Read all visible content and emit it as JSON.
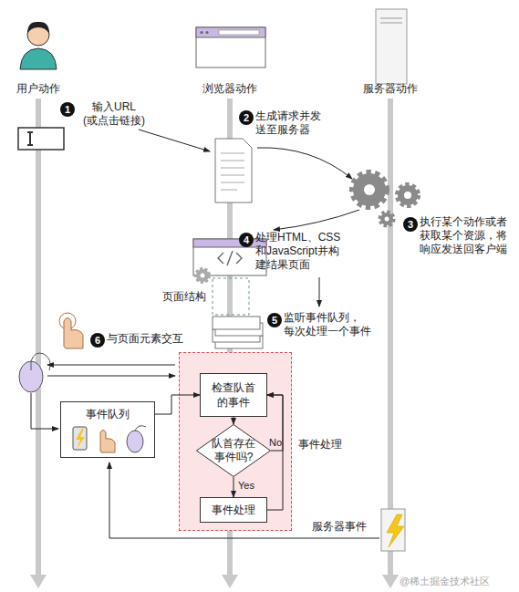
{
  "diagram": {
    "nodes": [
      {
        "text": [
          "事件处理"
        ]
      },
      {
        "text": [
          "检查队首的事件"
        ],
        "in": 0
      },
      {
        "text": [
          "队首存在事件吗?"
        ],
        "in": 0
      },
      {
        "text": [
          "事件处理"
        ],
        "in": 0
      },
      {
        "text": [
          "事件队列"
        ]
      }
    ],
    "edges": [
      {
        "from": 1,
        "to": 2,
        "arrow": "to"
      },
      {
        "from": 2,
        "to": 3,
        "label": "Yes",
        "arrow": "to"
      },
      {
        "from": 2,
        "to": 1,
        "label": "No",
        "arrow": "to"
      },
      {
        "from": 3,
        "to": 1,
        "arrow": "to"
      },
      {
        "from": 4,
        "to": 1,
        "arrow": "to"
      }
    ],
    "labels": [
      "用户动作",
      "浏览器动作",
      "服务器动作",
      "1",
      "输入URL (或点击链接)",
      "2",
      "生成请求并发送至服务器",
      "3",
      "执行某个动作或者获取某个资源，将响应发送回客户端",
      "4",
      "处理HTML、CSS和JavaScript并构建结果页面",
      "页面结构",
      "5",
      "监听事件队列，每次处理一个事件",
      "6",
      "与页面元素交互",
      "服务器事件",
      "@稀土掘金技术社区"
    ]
  }
}
